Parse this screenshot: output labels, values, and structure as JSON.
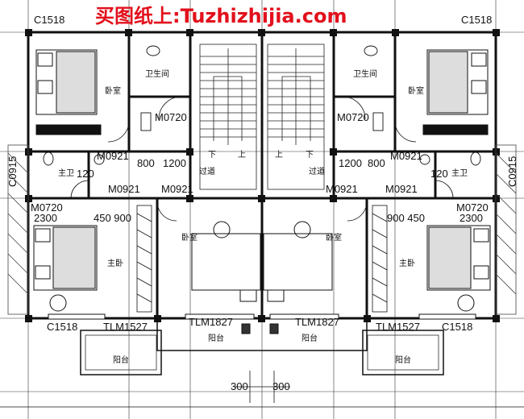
{
  "watermark": "买图纸上:Tuzhizhijia.com",
  "colors": {
    "line": "#111111",
    "watermark": "#e2101c",
    "wall": "#1a1a1a",
    "background": "#ffffff"
  },
  "rooms": {
    "bedroom_left": "卧室",
    "bedroom_right": "卧室",
    "bath_left": "卫生间",
    "bath_right": "卫生间",
    "master_bath_left": "主卫",
    "master_bath_right": "主卫",
    "corridor_left": "过道",
    "corridor_right": "过道",
    "center_bed_left": "卧室",
    "center_bed_right": "卧室",
    "master_left": "主卧",
    "master_right": "主卧",
    "balcony_center_left": "阳台",
    "balcony_center_right": "阳台",
    "balcony_left": "阳台",
    "balcony_right": "阳台"
  },
  "stairs": {
    "down_left": "下",
    "up_left": "上",
    "up_right": "上",
    "down_right": "下"
  },
  "codes": {
    "c1518_tl": "C1518",
    "c1518_tr": "C1518",
    "c1518_bl": "C1518",
    "c1518_br": "C1518",
    "m0720_l": "M0720",
    "m0720_r": "M0720",
    "m0921_l1": "M0921",
    "m0921_l2": "M0921",
    "m0921_l3": "M0921",
    "m0921_r1": "M0921",
    "m0921_r2": "M0921",
    "m0921_r3": "M0921",
    "m0720_ml": "M0720",
    "m0720_mr": "M0720",
    "c0915_l": "C0915",
    "c0915_r": "C0915",
    "tlm1527_l": "TLM1527",
    "tlm1527_r": "TLM1527",
    "tlm1827_l": "TLM1827",
    "tlm1827_r": "TLM1827"
  },
  "dims": {
    "d800_l": "800",
    "d1200_l": "1200",
    "d1200_r": "1200",
    "d800_r": "800",
    "d120_l": "120",
    "d120_r": "120",
    "d2300_l": "2300",
    "d450_900_l": "450 900",
    "d900_450_r": "900 450",
    "d2300_r": "2300",
    "d300_l": "300",
    "d300_r": "300"
  }
}
